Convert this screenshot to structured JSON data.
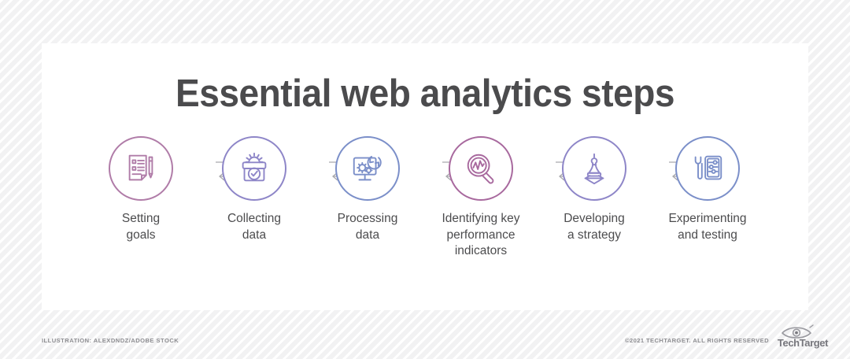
{
  "title": "Essential web analytics steps",
  "colors": {
    "mauve": "#b07ca8",
    "purple": "#8e86c8",
    "blue": "#7b8fc9",
    "title_gray": "#4b4b4d",
    "label_gray": "#4c4c4e",
    "arrow_gray": "#a9a9ad",
    "footer_gray": "#8d8d91",
    "card_white": "#ffffff",
    "backdrop_gray": "#f2f2f3"
  },
  "steps": [
    {
      "index": "1",
      "label": "Setting\ngoals",
      "icon": "document-checklist-pencil-icon",
      "color": "#b07ca8"
    },
    {
      "index": "2",
      "label": "Collecting\ndata",
      "icon": "data-box-gear-check-icon",
      "color": "#8e86c8"
    },
    {
      "index": "3",
      "label": "Processing\ndata",
      "icon": "monitor-gears-refresh-icon",
      "color": "#7b8fc9"
    },
    {
      "index": "4",
      "label": "Identifying key\nperformance\nindicators",
      "icon": "magnifier-chart-icon",
      "color": "#a8699e"
    },
    {
      "index": "5",
      "label": "Developing\na strategy",
      "icon": "chess-pawn-arrows-icon",
      "color": "#8e86c8"
    },
    {
      "index": "6",
      "label": "Experimenting\nand testing",
      "icon": "wrench-sliders-icon",
      "color": "#7b8fc9"
    }
  ],
  "connectors": [
    {
      "forward": "arrow-right-icon",
      "backward": "arrow-left-icon"
    },
    {
      "forward": "arrow-right-icon",
      "backward": "arrow-left-icon"
    },
    {
      "forward": "arrow-right-icon",
      "backward": "arrow-left-icon"
    },
    {
      "forward": "arrow-right-icon",
      "backward": "arrow-left-icon"
    },
    {
      "forward": "arrow-right-icon",
      "backward": "arrow-left-icon"
    }
  ],
  "footer": {
    "illustration_credit": "ILLUSTRATION: ALEXDNDZ/ADOBE STOCK",
    "copyright": "©2021 TECHTARGET. ALL RIGHTS RESERVED",
    "logo_text": "TechTarget",
    "logo_icon": "eye-icon"
  }
}
